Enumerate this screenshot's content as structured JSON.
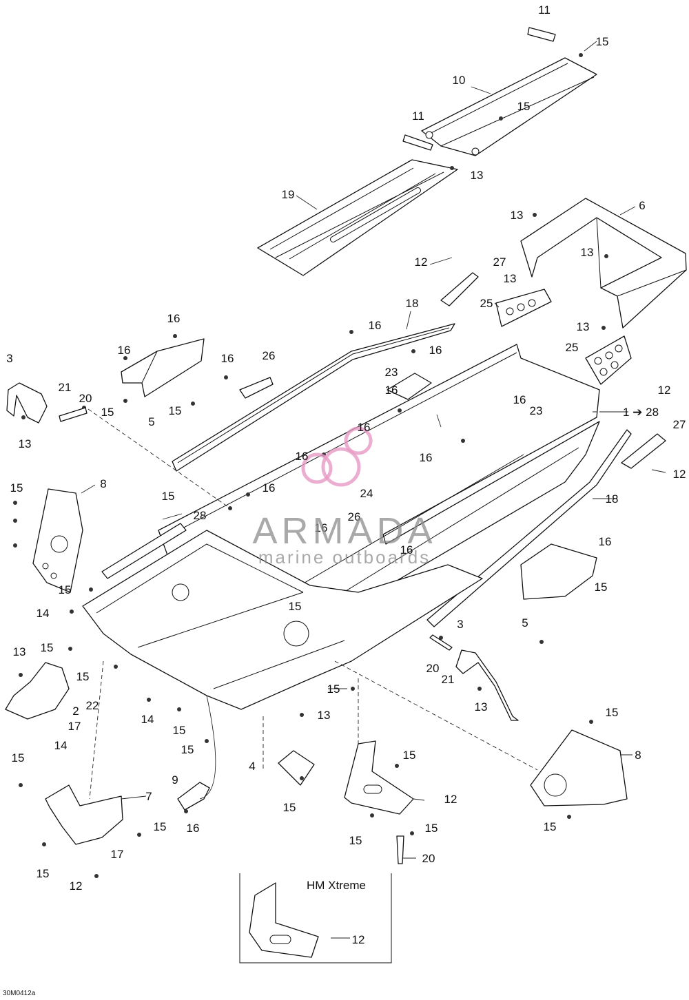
{
  "figure_code": "30M0412a",
  "inset": {
    "title": "HM Xtreme",
    "callout": "12"
  },
  "watermark": {
    "brand": "ARMADA",
    "subtitle": "marine outboards",
    "logo_color": "#e79ac4"
  },
  "callouts": [
    "11",
    "15",
    "10",
    "15",
    "11",
    "13",
    "19",
    "6",
    "13",
    "12",
    "27",
    "13",
    "13",
    "25",
    "18",
    "16",
    "16",
    "16",
    "16",
    "26",
    "13",
    "16",
    "23",
    "12",
    "25",
    "3",
    "21",
    "20",
    "13",
    "16",
    "15",
    "5",
    "15",
    "16",
    "23",
    "1 ➔ 28",
    "16",
    "27",
    "16",
    "12",
    "15",
    "8",
    "16",
    "15",
    "28",
    "24",
    "18",
    "26",
    "16",
    "16",
    "16",
    "15",
    "15",
    "5",
    "16",
    "15",
    "14",
    "13",
    "15",
    "15",
    "3",
    "20",
    "21",
    "22",
    "2",
    "17",
    "14",
    "14",
    "15",
    "15",
    "13",
    "13",
    "15",
    "4",
    "15",
    "15",
    "8",
    "15",
    "9",
    "7",
    "16",
    "15",
    "12",
    "15",
    "17",
    "15",
    "15",
    "20",
    "15",
    "15",
    "12"
  ]
}
